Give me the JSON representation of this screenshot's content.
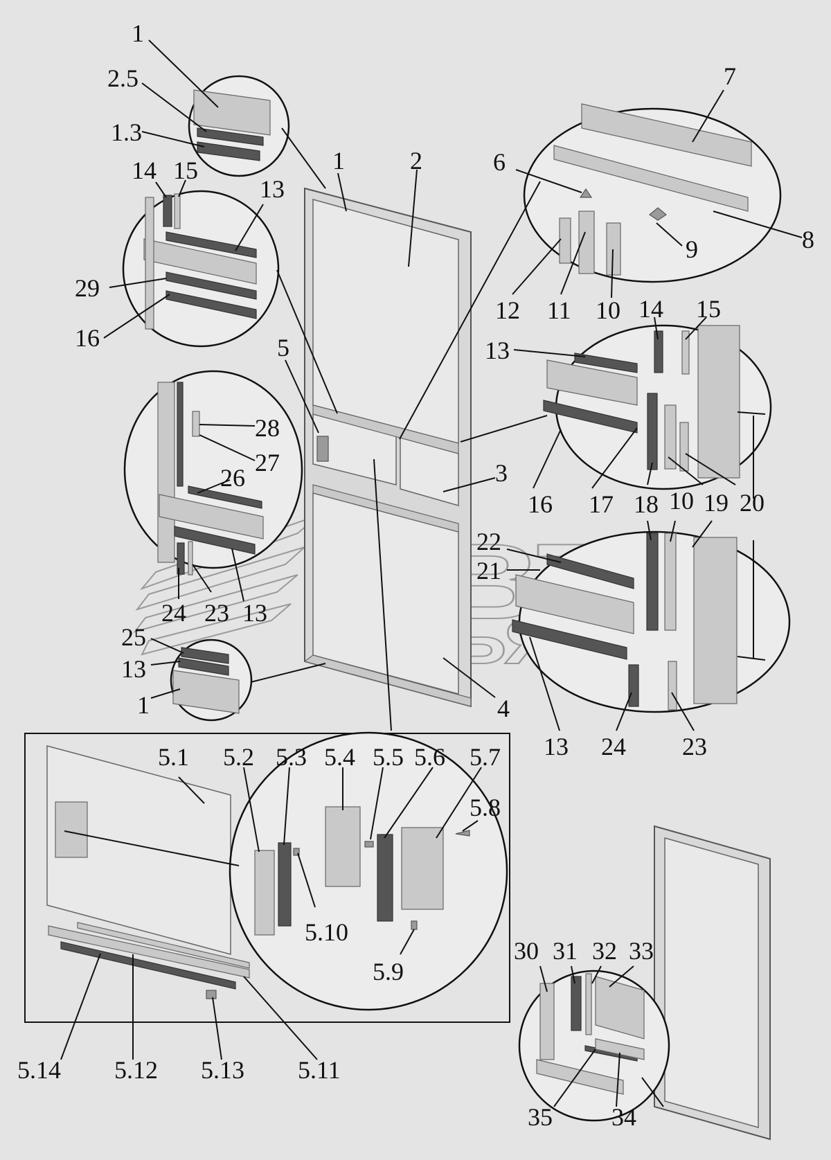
{
  "watermark": {
    "line1": "АВТО",
    "line2": "АЛЬЯНС"
  },
  "labels": [
    {
      "id": "top-1",
      "text": "1"
    },
    {
      "id": "top-2-5",
      "text": "2.5"
    },
    {
      "id": "top-1-3",
      "text": "1.3"
    },
    {
      "id": "l-14",
      "text": "14"
    },
    {
      "id": "l-15",
      "text": "15"
    },
    {
      "id": "l-13a",
      "text": "13"
    },
    {
      "id": "l-29",
      "text": "29"
    },
    {
      "id": "l-16",
      "text": "16"
    },
    {
      "id": "door-1",
      "text": "1"
    },
    {
      "id": "door-2",
      "text": "2"
    },
    {
      "id": "door-5",
      "text": "5"
    },
    {
      "id": "door-3",
      "text": "3"
    },
    {
      "id": "door-4",
      "text": "4"
    },
    {
      "id": "l-28",
      "text": "28"
    },
    {
      "id": "l-27",
      "text": "27"
    },
    {
      "id": "l-26",
      "text": "26"
    },
    {
      "id": "l-24a",
      "text": "24"
    },
    {
      "id": "l-23a",
      "text": "23"
    },
    {
      "id": "l-13b",
      "text": "13"
    },
    {
      "id": "l-25",
      "text": "25"
    },
    {
      "id": "l-13c",
      "text": "13"
    },
    {
      "id": "l-1b",
      "text": "1"
    },
    {
      "id": "r-7",
      "text": "7"
    },
    {
      "id": "r-6",
      "text": "6"
    },
    {
      "id": "r-8",
      "text": "8"
    },
    {
      "id": "r-9",
      "text": "9"
    },
    {
      "id": "r-12",
      "text": "12"
    },
    {
      "id": "r-11",
      "text": "11"
    },
    {
      "id": "r-10a",
      "text": "10"
    },
    {
      "id": "r-14",
      "text": "14"
    },
    {
      "id": "r-15",
      "text": "15"
    },
    {
      "id": "r-13a",
      "text": "13"
    },
    {
      "id": "r-16",
      "text": "16"
    },
    {
      "id": "r-17",
      "text": "17"
    },
    {
      "id": "r-18",
      "text": "18"
    },
    {
      "id": "r-10b",
      "text": "10"
    },
    {
      "id": "r-19",
      "text": "19"
    },
    {
      "id": "r-20",
      "text": "20"
    },
    {
      "id": "r-22",
      "text": "22"
    },
    {
      "id": "r-21",
      "text": "21"
    },
    {
      "id": "r-13b",
      "text": "13"
    },
    {
      "id": "r-24",
      "text": "24"
    },
    {
      "id": "r-23",
      "text": "23"
    },
    {
      "id": "b-5-1",
      "text": "5.1"
    },
    {
      "id": "b-5-2",
      "text": "5.2"
    },
    {
      "id": "b-5-3",
      "text": "5.3"
    },
    {
      "id": "b-5-4",
      "text": "5.4"
    },
    {
      "id": "b-5-5",
      "text": "5.5"
    },
    {
      "id": "b-5-6",
      "text": "5.6"
    },
    {
      "id": "b-5-7",
      "text": "5.7"
    },
    {
      "id": "b-5-8",
      "text": "5.8"
    },
    {
      "id": "b-5-10",
      "text": "5.10"
    },
    {
      "id": "b-5-9",
      "text": "5.9"
    },
    {
      "id": "b-5-14",
      "text": "5.14"
    },
    {
      "id": "b-5-12",
      "text": "5.12"
    },
    {
      "id": "b-5-13",
      "text": "5.13"
    },
    {
      "id": "b-5-11",
      "text": "5.11"
    },
    {
      "id": "s-30",
      "text": "30"
    },
    {
      "id": "s-31",
      "text": "31"
    },
    {
      "id": "s-32",
      "text": "32"
    },
    {
      "id": "s-33",
      "text": "33"
    },
    {
      "id": "s-35",
      "text": "35"
    },
    {
      "id": "s-34",
      "text": "34"
    }
  ]
}
